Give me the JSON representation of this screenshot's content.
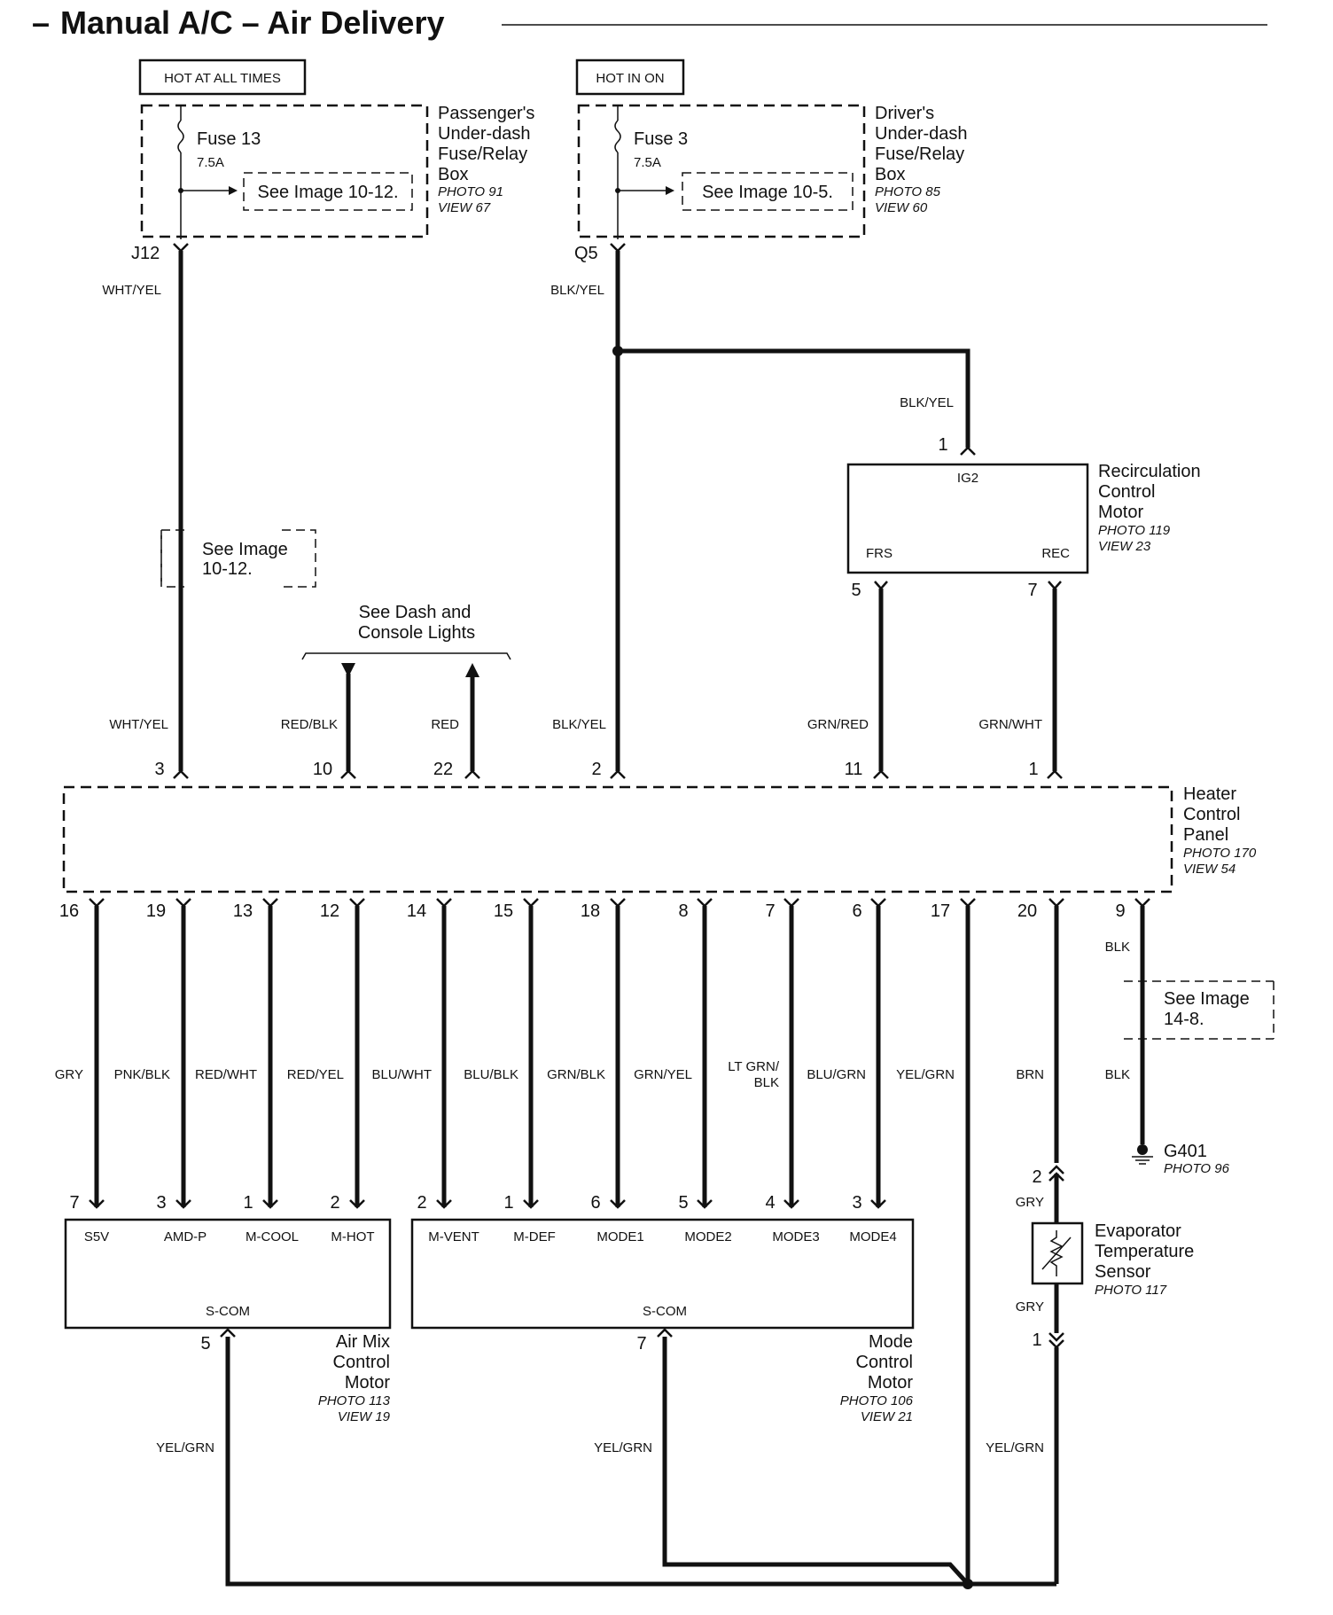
{
  "title": "Manual A/C – Air Delivery",
  "title_dash": "–",
  "sources": {
    "hot_at_all_times": "HOT AT ALL TIMES",
    "hot_in_on": "HOT IN ON"
  },
  "passenger_box": {
    "fuse": "Fuse 13",
    "rating": "7.5A",
    "see": "See Image 10-12.",
    "name_lines": [
      "Passenger's",
      "Under-dash",
      "Fuse/Relay",
      "Box"
    ],
    "photo": "PHOTO 91",
    "view": "VIEW 67",
    "connector": "J12"
  },
  "driver_box": {
    "fuse": "Fuse 3",
    "rating": "7.5A",
    "see": "See Image 10-5.",
    "name_lines": [
      "Driver's",
      "Under-dash",
      "Fuse/Relay",
      "Box"
    ],
    "photo": "PHOTO 85",
    "view": "VIEW 60",
    "connector": "Q5"
  },
  "see_ref_left": [
    "See Image",
    "10-12."
  ],
  "see_dash_lights": [
    "See Dash and",
    "Console Lights"
  ],
  "see_ref_right": [
    "See Image",
    "14-8."
  ],
  "recirc_motor": {
    "name_lines": [
      "Recirculation",
      "Control",
      "Motor"
    ],
    "photo": "PHOTO 119",
    "view": "VIEW 23",
    "pin_top": "1",
    "ig2": "IG2",
    "frs": "FRS",
    "rec": "REC",
    "pin_frs": "5",
    "pin_rec": "7"
  },
  "heater_panel": {
    "name_lines": [
      "Heater",
      "Control",
      "Panel"
    ],
    "photo": "PHOTO 170",
    "view": "VIEW 54"
  },
  "upper_wires": {
    "wht_yel": "WHT/YEL",
    "blk_yel": "BLK/YEL",
    "red_blk": "RED/BLK",
    "red": "RED",
    "grn_red": "GRN/RED",
    "grn_wht": "GRN/WHT"
  },
  "top_pins": {
    "p3": "3",
    "p10": "10",
    "p22": "22",
    "p2": "2",
    "p11": "11",
    "p1": "1"
  },
  "bottom_pins": [
    "16",
    "19",
    "13",
    "12",
    "14",
    "15",
    "18",
    "8",
    "7",
    "6",
    "17",
    "20",
    "9"
  ],
  "lower_wires": [
    "GRY",
    "PNK/BLK",
    "RED/WHT",
    "RED/YEL",
    "BLU/WHT",
    "BLU/BLK",
    "GRN/BLK",
    "GRN/YEL",
    "LT GRN/",
    "BLK",
    "BLU/GRN",
    "YEL/GRN",
    "BRN",
    "BLK",
    "BLK"
  ],
  "ground": {
    "name": "G401",
    "photo": "PHOTO 96"
  },
  "air_mix_motor": {
    "pins": [
      "7",
      "3",
      "1",
      "2"
    ],
    "terms": [
      "S5V",
      "AMD-P",
      "M-COOL",
      "M-HOT"
    ],
    "scom": "S-COM",
    "pin_scom": "5",
    "name_lines": [
      "Air Mix",
      "Control",
      "Motor"
    ],
    "photo": "PHOTO 113",
    "view": "VIEW 19"
  },
  "mode_motor": {
    "pins": [
      "2",
      "1",
      "6",
      "5",
      "4",
      "3"
    ],
    "terms": [
      "M-VENT",
      "M-DEF",
      "MODE1",
      "MODE2",
      "MODE3",
      "MODE4"
    ],
    "scom": "S-COM",
    "pin_scom": "7",
    "name_lines": [
      "Mode",
      "Control",
      "Motor"
    ],
    "photo": "PHOTO 106",
    "view": "VIEW 21"
  },
  "evap_sensor": {
    "pin_top": "2",
    "pin_bottom": "1",
    "wire_top": "GRY",
    "wire_bottom": "GRY",
    "name_lines": [
      "Evaporator",
      "Temperature",
      "Sensor"
    ],
    "photo": "PHOTO 117"
  },
  "return_wires": [
    "YEL/GRN",
    "YEL/GRN",
    "YEL/GRN"
  ]
}
